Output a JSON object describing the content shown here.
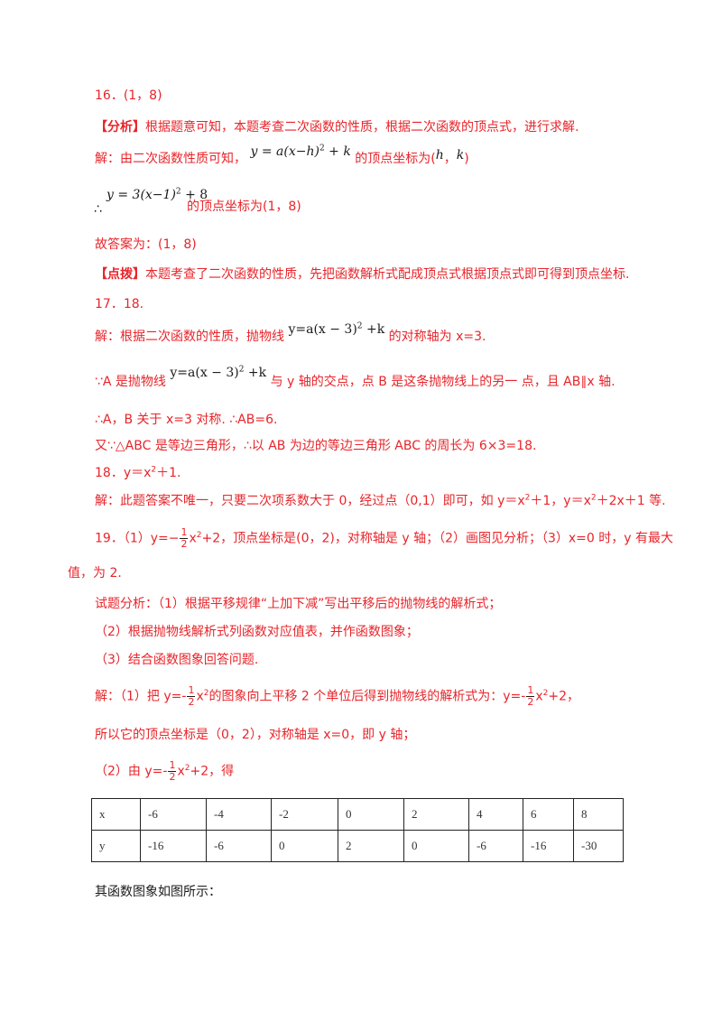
{
  "q16": {
    "answer": "16．(1，8)",
    "analysis_tag": "【分析】",
    "analysis": "根据题意可知，本题考查二次函数的性质，根据二次函数的顶点式，进行求解.",
    "sol_prefix": "解：由二次函数性质可知，",
    "sol_formula_y": "y",
    "sol_formula_eq": " = ",
    "sol_formula_a": "a",
    "sol_formula_body": "(x−h)",
    "sol_formula_exp": "2",
    "sol_formula_k": " + k",
    "sol_suffix": "的顶点坐标为(",
    "sol_h": "h",
    "sol_comma": "，",
    "sol_k": "k",
    "sol_end": ")",
    "therefore": "∴",
    "f2_main": "y = 3(x−1)",
    "f2_exp": "2",
    "f2_tail": " + 8",
    "f2_text": "的顶点坐标为(1，8)",
    "final": "故答案为：(1，8)",
    "point_tag": "【点拨】",
    "point": "本题考查了二次函数的性质，先把函数解析式配成顶点式根据顶点式即可得到顶点坐标."
  },
  "q17": {
    "answer": "17．18.",
    "line1_prefix": "解：根据二次函数的性质，抛物线",
    "formula": "y=a(x − 3)",
    "formula_exp": "2",
    "formula_tail": " +k",
    "line1_suffix": "的对称轴为 x=3.",
    "line2_prefix": "∵A 是抛物线",
    "line2_suffix": "与 y 轴的交点，点 B 是这条抛物线上的另一 点，且 AB∥x 轴.",
    "line3": "∴A，B 关于 x=3 对称. ∴AB=6.",
    "line4": "又∵△ABC 是等边三角形，∴以 AB 为边的等边三角形 ABC 的周长为 6×3=18."
  },
  "q18": {
    "answer_prefix": "18．y＝x",
    "answer_exp": "2",
    "answer_tail": "＋1.",
    "sol_prefix": "解：此题答案不唯一，只要二次项系数大于 0，经过点（0,1）即可，如 y＝x",
    "sol_exp1": "2",
    "sol_mid": "＋1，y＝x",
    "sol_exp2": "2",
    "sol_tail": "＋2x＋1 等."
  },
  "q19": {
    "ans_a": "19．（1）y=",
    "minus": "−",
    "num": "1",
    "den": "2",
    "ans_x": "x",
    "ans_exp": "2",
    "ans_b": "+2，顶点坐标是(0，2)，对称轴是 y 轴；（2）画图见分析；（3）x=0 时，y 有最大",
    "ans_c": "值，为 2.",
    "analysis1": "试题分析：（1）根据平移规律“上加下减”写出平移后的抛物线的解析式；",
    "analysis2": "（2）根据抛物线解析式列函数对应值表，并作函数图象；",
    "analysis3": "（3）结合函数图象回答问题.",
    "sol1_a": "解：（1）把 y=-",
    "sol1_b": "的图象向上平移 2 个单位后得到抛物线的解析式为：y=-",
    "sol1_c": "+2，",
    "sol2": "所以它的顶点坐标是（0，2），对称轴是 x=0，即 y 轴；",
    "sol3_a": "（2）由 y=-",
    "sol3_b": "+2，得",
    "table": {
      "row_x_label": "x",
      "row_y_label": "y",
      "x": [
        "-6",
        "-4",
        "-2",
        "0",
        "2",
        "4",
        "6",
        "8"
      ],
      "y": [
        "-16",
        "-6",
        "0",
        "2",
        "0",
        "-6",
        "-16",
        "-30"
      ]
    },
    "graph_note": "其函数图象如图所示："
  }
}
